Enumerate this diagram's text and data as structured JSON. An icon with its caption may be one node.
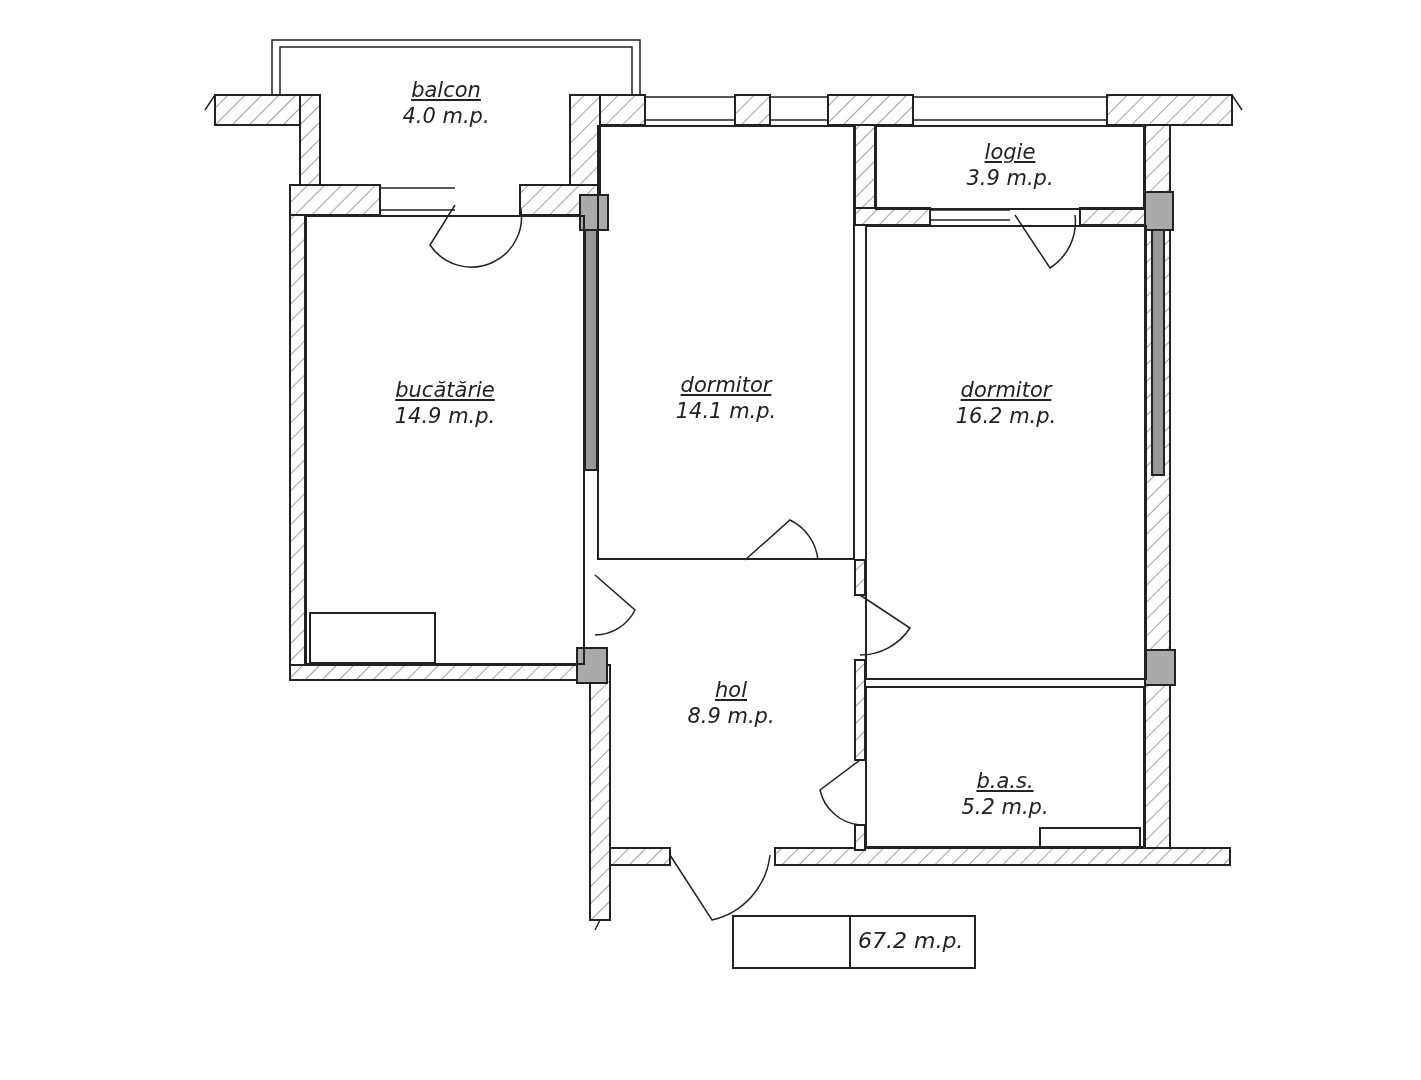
{
  "diagram": {
    "nodes": [
      {
        "text": [
          "balcon",
          "4.0 m.p."
        ]
      },
      {
        "text": [
          "logie",
          "3.9 m.p."
        ]
      },
      {
        "text": [
          "bucătărie",
          "14.9 m.p."
        ]
      },
      {
        "text": [
          "dormitor",
          "14.1 m.p."
        ]
      },
      {
        "text": [
          "dormitor",
          "16.2 m.p."
        ]
      },
      {
        "text": [
          "hol",
          "8.9 m.p."
        ]
      },
      {
        "text": [
          "b.a.s.",
          "5.2 m.p."
        ]
      }
    ],
    "labels": [
      "67.2 m.p."
    ]
  }
}
